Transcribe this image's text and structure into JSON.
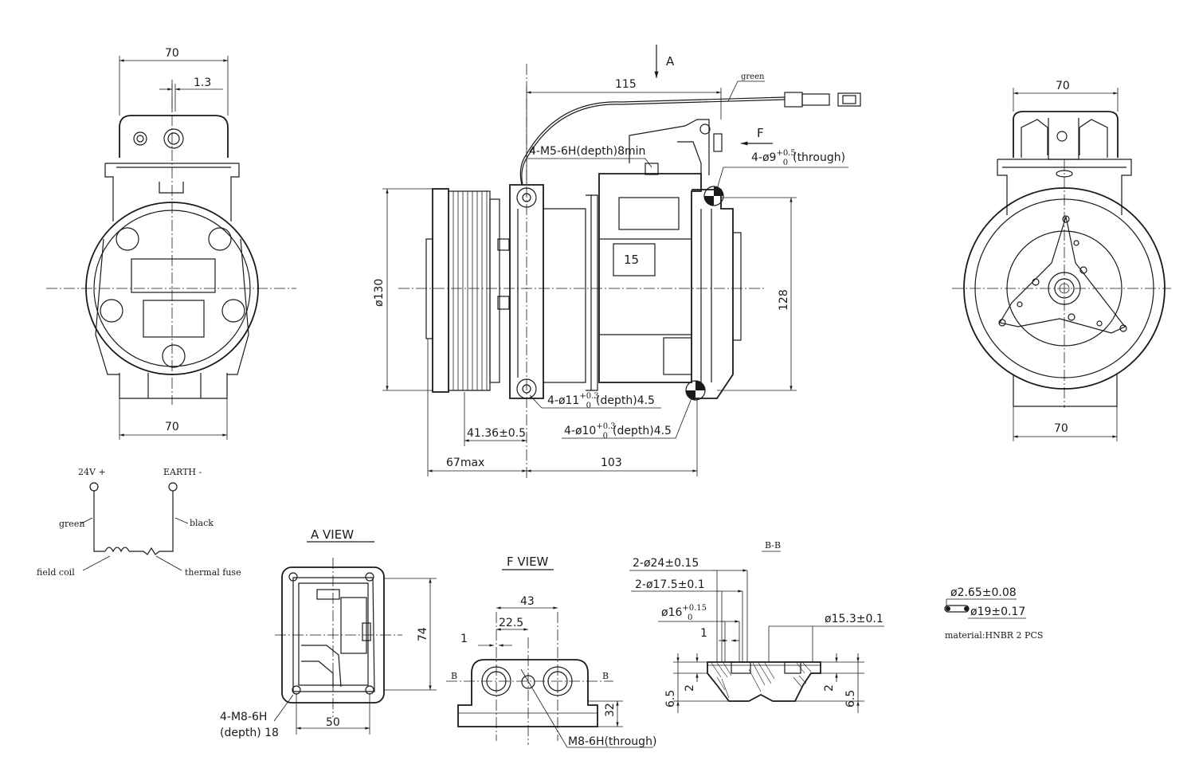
{
  "dimensions": {
    "left_top_width": "70",
    "left_top_offset": "1.3",
    "left_bottom_width": "70",
    "right_top_width": "70",
    "right_bottom_width": "70",
    "side_length_115": "115",
    "side_diameter": "ø130",
    "side_height_128": "128",
    "side_pulley_offset": "41.36±0.5",
    "side_max": "67max",
    "side_length_103": "103",
    "a_view_width": "50",
    "a_view_height": "74",
    "f_view_43": "43",
    "f_view_22_5": "22.5",
    "f_view_1": "1",
    "f_view_32": "32",
    "bb_2_24": "2-ø24±0.15",
    "bb_2_17_5": "2-ø17.5±0.1",
    "bb_16": "ø16",
    "bb_16_tol_upper": "+0.15",
    "bb_16_tol_lower": "0",
    "bb_1": "1",
    "bb_15_3": "ø15.3±0.1",
    "bb_left_2": "2",
    "bb_left_6_5": "6.5",
    "bb_right_2": "2",
    "bb_right_6_5": "6.5",
    "oring_section": "ø2.65±0.08",
    "oring_diameter": "ø19±0.17"
  },
  "notes": {
    "view_a_arrow": "A",
    "view_f_arrow": "F",
    "wire_color": "green",
    "thread_m5_prefix": "4-M5-6H(depth)8min",
    "hole_9_prefix": "4-ø9",
    "hole_9_tol_upper": "+0.5",
    "hole_9_tol_lower": "0",
    "hole_9_suffix": "(through)",
    "hole_11_prefix": "4-ø11",
    "hole_11_tol_upper": "+0.3",
    "hole_11_tol_lower": "0",
    "hole_11_suffix": "(depth)4.5",
    "hole_10_prefix": "4-ø10",
    "hole_10_tol_upper": "+0.3",
    "hole_10_tol_lower": "0",
    "hole_10_suffix": "(depth)4.5",
    "body_label": "15",
    "a_view_title": "A VIEW",
    "a_view_thread_line1": "4-M8-6H",
    "a_view_thread_line2": "(depth) 18",
    "f_view_title": "F VIEW",
    "f_view_section_left": "B",
    "f_view_section_right": "B",
    "f_view_thread": "M8-6H(through)",
    "bb_title": "B-B",
    "oring_material": "material:HNBR  2 PCS"
  },
  "wiring": {
    "terminal_positive": "24V +",
    "terminal_earth": "EARTH -",
    "wire_green": "green",
    "wire_black": "black",
    "field_coil": "field coil",
    "thermal_fuse": "thermal fuse"
  }
}
